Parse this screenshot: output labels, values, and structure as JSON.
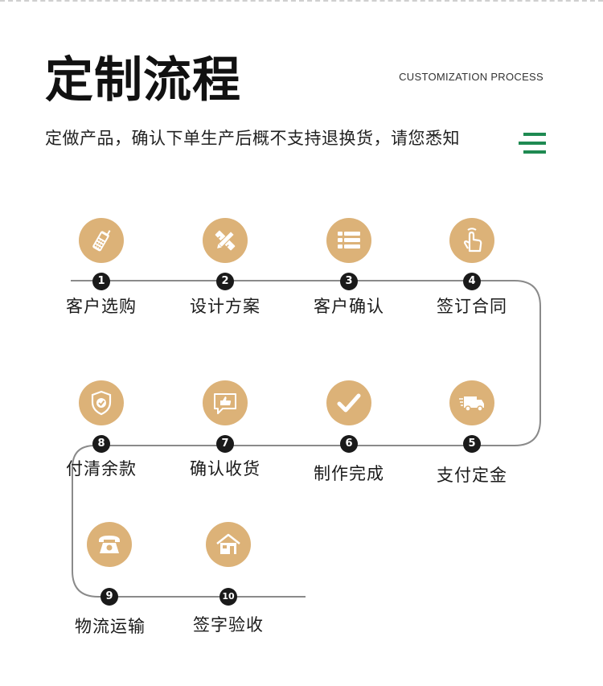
{
  "header": {
    "title": "定制流程",
    "title_en": "CUSTOMIZATION PROCESS",
    "subtitle": "定做产品，确认下单生产后概不支持退换货，请您悉知"
  },
  "colors": {
    "accent_gold": "#dcb278",
    "menu_green": "#1f8a52",
    "line_gray": "#8a8a8a",
    "badge_dark": "#1a1a1a"
  },
  "steps": [
    {
      "number": "1",
      "label": "客户选购",
      "icon": "mobile-phone-icon"
    },
    {
      "number": "2",
      "label": "设计方案",
      "icon": "pencil-ruler-icon"
    },
    {
      "number": "3",
      "label": "客户确认",
      "icon": "list-icon"
    },
    {
      "number": "4",
      "label": "签订合同",
      "icon": "hand-pointer-icon"
    },
    {
      "number": "5",
      "label": "支付定金",
      "icon": "delivery-truck-icon"
    },
    {
      "number": "6",
      "label": "制作完成",
      "icon": "checkmark-icon"
    },
    {
      "number": "7",
      "label": "确认收货",
      "icon": "thumbs-up-icon"
    },
    {
      "number": "8",
      "label": "付清余款",
      "icon": "shield-check-icon"
    },
    {
      "number": "9",
      "label": "物流运输",
      "icon": "telephone-icon"
    },
    {
      "number": "10",
      "label": "签字验收",
      "icon": "house-icon"
    }
  ]
}
